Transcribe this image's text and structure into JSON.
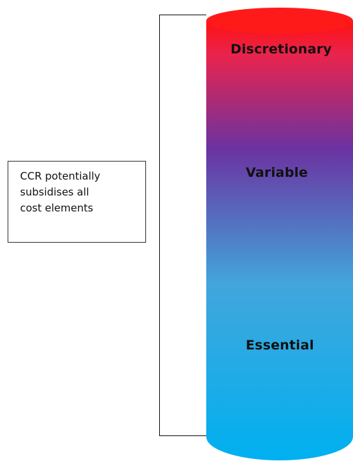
{
  "annotation": {
    "lines": [
      "CCR potentially",
      "subsidises all",
      "cost elements"
    ]
  },
  "cylinder": {
    "layers": {
      "top": "Discretionary",
      "middle": "Variable",
      "bottom": "Essential"
    },
    "colors": {
      "top": "#ff1111",
      "upper": "#e8244e",
      "middle": "#6b32a0",
      "lower": "#42a6dc",
      "bottom": "#00b0f0"
    }
  }
}
